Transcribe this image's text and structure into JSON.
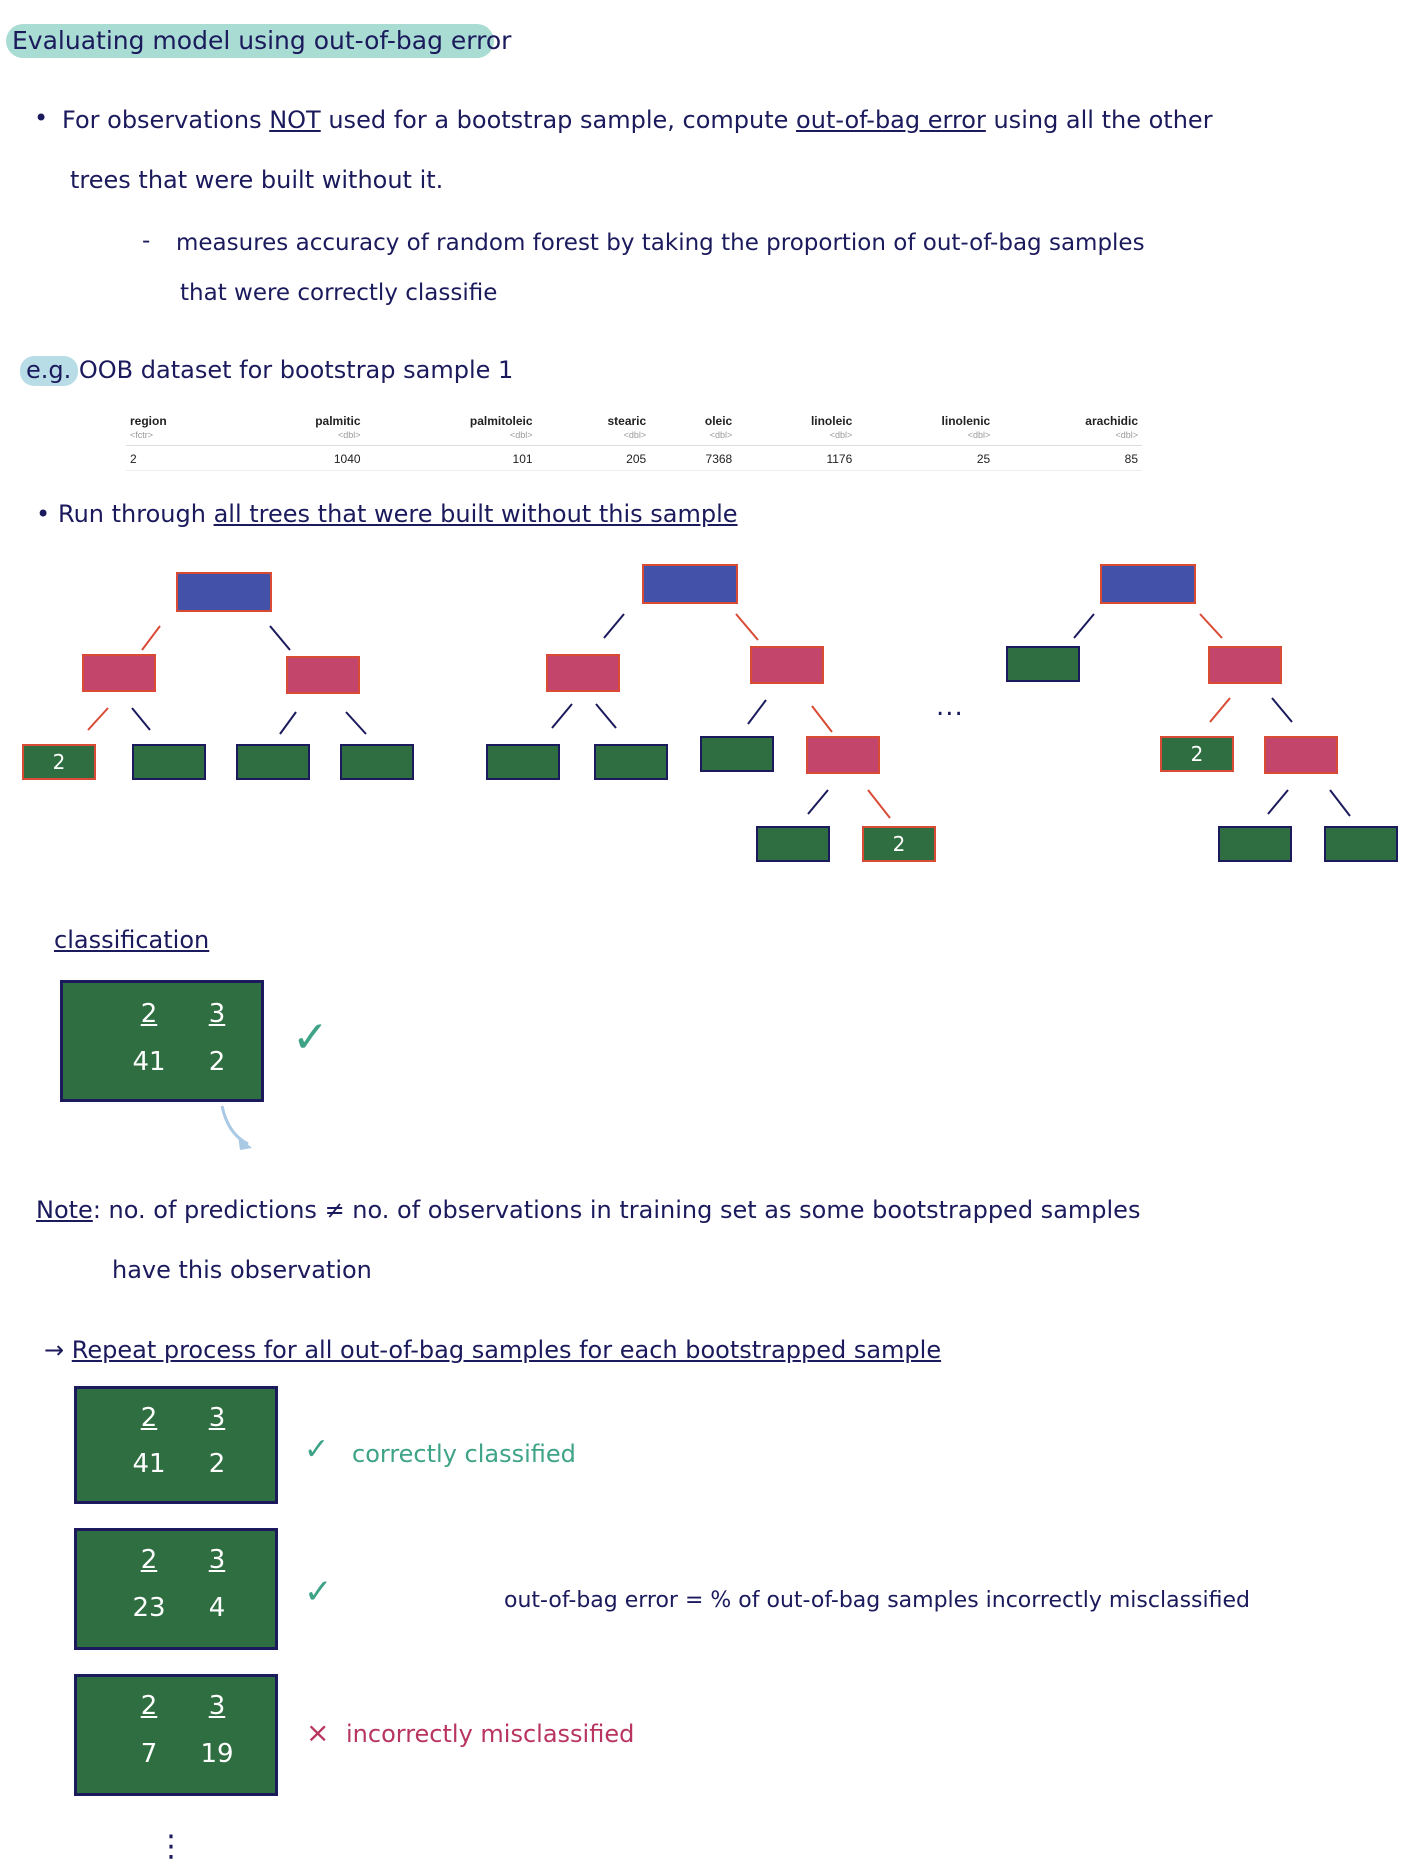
{
  "title": "Evaluating model using out-of-bag error",
  "bullet1": {
    "text_before": "For observations ",
    "not_word": "NOT",
    "text_middle": " used for a bootstrap sample, compute ",
    "oob_term": "out-of-bag error",
    "text_after": " using all the other",
    "line2": "trees that were built without it."
  },
  "sub_bullet": {
    "dash": "-",
    "line1": "measures accuracy of random forest by taking the proportion of out-of-bag samples",
    "line2": "that were correctly classifie"
  },
  "example": {
    "eg": "e.g.",
    "text": " OOB dataset for bootstrap sample 1"
  },
  "table": {
    "columns": [
      {
        "name": "region",
        "type": "<fctr>"
      },
      {
        "name": "palmitic",
        "type": "<dbl>"
      },
      {
        "name": "palmitoleic",
        "type": "<dbl>"
      },
      {
        "name": "stearic",
        "type": "<dbl>"
      },
      {
        "name": "oleic",
        "type": "<dbl>"
      },
      {
        "name": "linoleic",
        "type": "<dbl>"
      },
      {
        "name": "linolenic",
        "type": "<dbl>"
      },
      {
        "name": "arachidic",
        "type": "<dbl>"
      }
    ],
    "row": [
      "2",
      "1040",
      "101",
      "205",
      "7368",
      "1176",
      "25",
      "85"
    ]
  },
  "run_through": {
    "text_before": "Run through ",
    "underlined": "all trees that were built without this sample"
  },
  "trees": {
    "leaf_label_1": "2",
    "leaf_label_2": "2",
    "leaf_label_3": "2",
    "ellipsis": "..."
  },
  "classification": {
    "heading": "classification",
    "matrix": {
      "h1": "2",
      "h2": "3",
      "v1": "41",
      "v2": "2"
    },
    "check": "✓"
  },
  "note": {
    "label": "Note",
    "line1": ": no. of predictions ≠ no. of observations in training set as some bootstrapped samples",
    "line2": "have this observation"
  },
  "repeat": {
    "arrow": "→",
    "text": "Repeat process for all out-of-bag samples for each bootstrapped sample"
  },
  "matrices": [
    {
      "h1": "2",
      "h2": "3",
      "v1": "41",
      "v2": "2",
      "mark": "✓",
      "note": "correctly classified"
    },
    {
      "h1": "2",
      "h2": "3",
      "v1": "23",
      "v2": "4",
      "mark": "✓",
      "note": ""
    },
    {
      "h1": "2",
      "h2": "3",
      "v1": "7",
      "v2": "19",
      "mark": "×",
      "note": "incorrectly misclassified"
    }
  ],
  "oob_formula": "out-of-bag error = % of out-of-bag samples incorrectly misclassified",
  "vertical_dots": "⋮",
  "colors": {
    "navy_ink": "#1b1a5c",
    "root_blue": "#4451a8",
    "split_pink": "#c3456b",
    "leaf_green": "#2f6e40",
    "edge_red": "#d94b34",
    "check_teal": "#3ea387",
    "highlight_mint": "#a9dcd2"
  }
}
